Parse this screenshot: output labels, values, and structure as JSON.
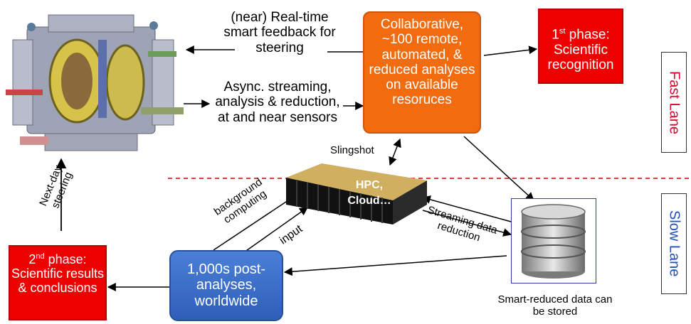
{
  "feedback_label": "(near) Real-time smart feedback for steering",
  "async_label": "Async. streaming, analysis & reduction, at and near sensors",
  "collab_box": "Collaborative, ~100 remote, automated, & reduced analyses on available resoruces",
  "phase1": {
    "prefix": "1",
    "sup": "st",
    "rest": " phase:",
    "line2": "Scientific recognition"
  },
  "phase2": {
    "prefix": "2",
    "sup": "nd",
    "rest": " phase:",
    "line2": "Scientific results & conclusions"
  },
  "fast_lane": "Fast Lane",
  "slow_lane": "Slow Lane",
  "slingshot": "Slingshot",
  "hpc": "HPC, Cloud…",
  "next_day": "Next-day steering",
  "background_computing": "background computing",
  "input": "input",
  "streaming": "Streaming data reduction",
  "post_analyses": "1,000s post-analyses, worldwide",
  "smart_reduced": "Smart-reduced data can be stored",
  "colors": {
    "orange": "#f26b0f",
    "red": "#ee0000",
    "blue": "#3a6bc9",
    "fast": "#e0002a",
    "slow": "#1f4fbf",
    "divider": "#c00000"
  }
}
